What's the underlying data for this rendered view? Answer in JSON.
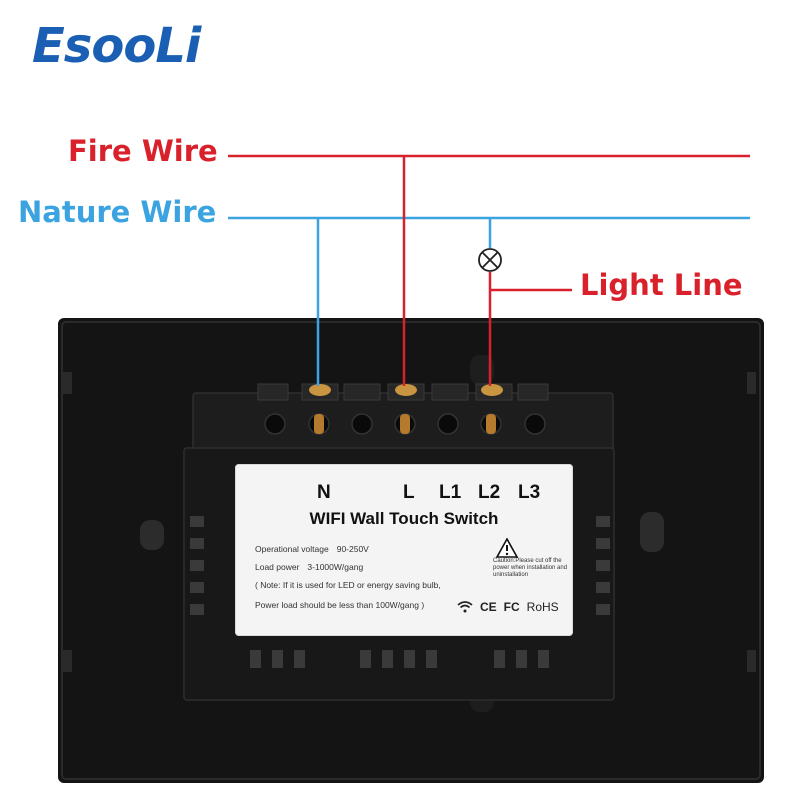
{
  "brand": {
    "name": "EsooLi"
  },
  "colors": {
    "fire": "#d9212b",
    "nature": "#3aa3e0",
    "light": "#d9212b",
    "panel": "#141414",
    "brand": "#1a5fb4"
  },
  "labels": {
    "fire_wire": "Fire Wire",
    "nature_wire": "Nature Wire",
    "light_line": "Light Line"
  },
  "terminals": [
    "N",
    "L",
    "L1",
    "L2",
    "L3"
  ],
  "sticker": {
    "title": "WIFI Wall Touch Switch",
    "specs": [
      {
        "label": "Operational voltage",
        "value": "90-250V"
      },
      {
        "label": "Load power",
        "value": "3-1000W/gang"
      }
    ],
    "note_1": "( Note: If it is used for LED or energy saving bulb,",
    "note_2": "Power load should be less than 100W/gang )",
    "warning": "Caution:Please cut off the power when installation and uninstallation",
    "certifications": [
      "CE",
      "FC",
      "RoHS"
    ]
  },
  "icons": [
    "lamp-symbol-icon",
    "warning-triangle-icon",
    "wifi-icon"
  ]
}
